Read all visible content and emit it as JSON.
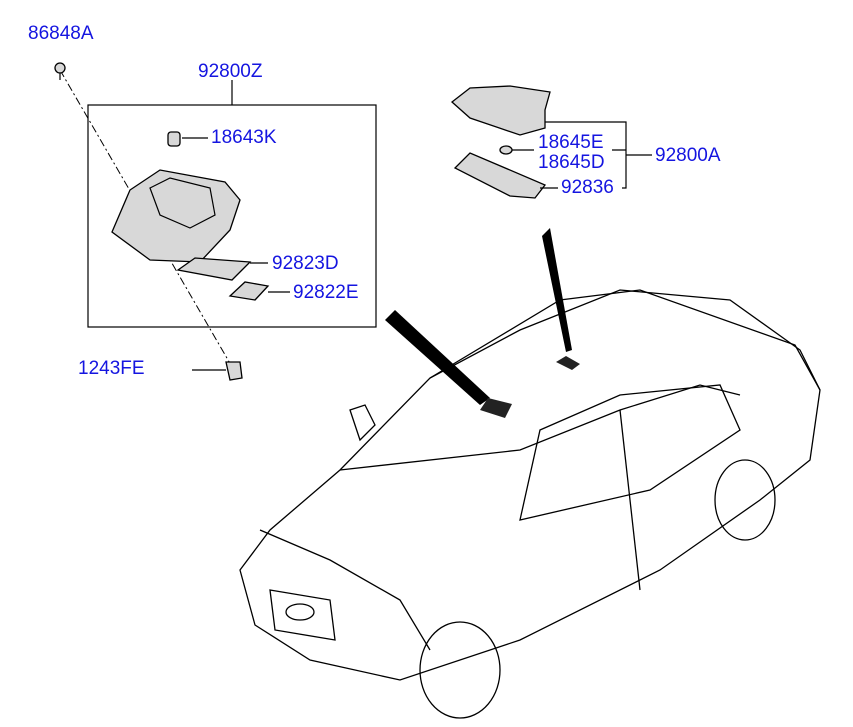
{
  "title": "Room lamp parts diagram",
  "labels": {
    "p86848A": "86848A",
    "p92800Z": "92800Z",
    "p18643K": "18643K",
    "p92823D": "92823D",
    "p92822E": "92822E",
    "p1243FE": "1243FE",
    "p18645E": "18645E",
    "p18645D": "18645D",
    "p92800A": "92800A",
    "p92836": "92836"
  },
  "colors": {
    "label": "#1515e0",
    "line": "#000000"
  }
}
